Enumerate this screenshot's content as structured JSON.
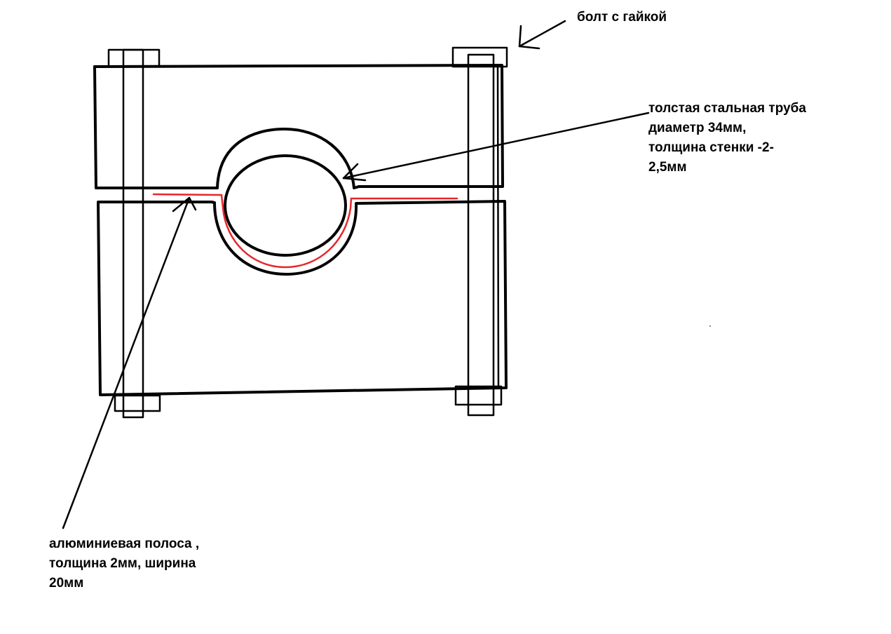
{
  "labels": {
    "bolt": "болт с гайкой",
    "tube": [
      "толстая стальная труба",
      "диаметр 34мм,",
      "толщина стенки -2-",
      "2,5мм"
    ],
    "strip": [
      "алюминиевая полоса ,",
      "толщина 2мм, ширина",
      "20мм"
    ]
  },
  "colors": {
    "outline": "#000000",
    "aluminum_strip": "#e8262a",
    "background": "#ffffff"
  }
}
